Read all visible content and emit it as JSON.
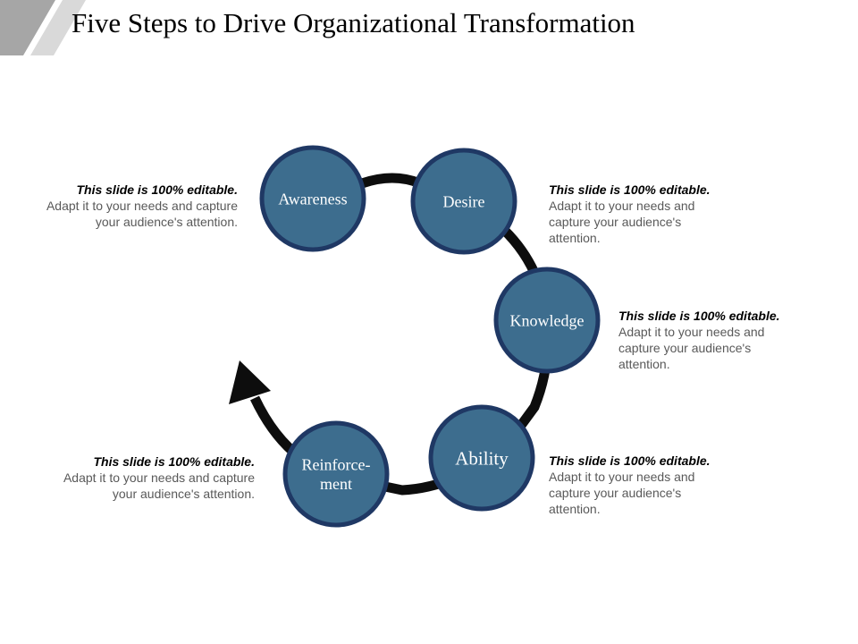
{
  "title": "Five Steps to Drive Organizational Transformation",
  "colors": {
    "node_fill": "#3d6d8e",
    "node_border": "#1f3864",
    "cycle_stroke": "#0d0d0d",
    "corner_dark": "#a6a6a6",
    "corner_light": "#d9d9d9"
  },
  "steps": [
    {
      "label_lines": [
        "Awareness"
      ]
    },
    {
      "label_lines": [
        "Desire"
      ]
    },
    {
      "label_lines": [
        "Knowledge"
      ]
    },
    {
      "label_lines": [
        "Ability"
      ]
    },
    {
      "label_lines": [
        "Reinforce-",
        "ment"
      ]
    }
  ],
  "notes": [
    {
      "heading": "This slide is 100% editable.",
      "body": "Adapt it to your needs and capture your audience's attention."
    },
    {
      "heading": "This slide is 100% editable.",
      "body": "Adapt it to your needs and capture your audience's attention."
    },
    {
      "heading": "This slide is 100% editable.",
      "body": "Adapt it to your needs and capture your audience's attention."
    },
    {
      "heading": "This slide is 100% editable.",
      "body": "Adapt it to your needs and capture your audience's attention."
    },
    {
      "heading": "This slide is 100% editable.",
      "body": "Adapt it to your needs and capture your audience's attention."
    }
  ]
}
